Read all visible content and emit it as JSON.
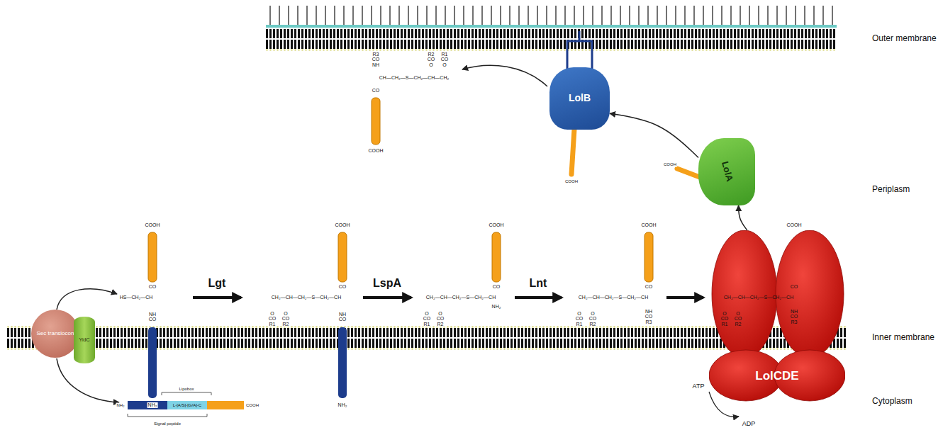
{
  "diagram": {
    "nodes": [
      {
        "text": [
          "Sec translocon"
        ]
      },
      {
        "text": [
          "YidC"
        ]
      },
      {
        "text": [
          "LolCDE"
        ]
      },
      {
        "text": [
          "LolA"
        ]
      },
      {
        "text": [
          "LolB"
        ]
      }
    ],
    "edges": [
      {
        "from": 2,
        "to": 3,
        "arrow": "to"
      },
      {
        "from": 3,
        "to": 4,
        "arrow": "to"
      }
    ],
    "labels": [
      "Outer membrane",
      "Periplasm",
      "Inner membrane",
      "Cytoplasm",
      "Lgt",
      "LspA",
      "Lnt",
      "ATP",
      "ADP",
      "COOH",
      "CO",
      "HS—CH₂—CH",
      "NH CO",
      "NH₂",
      "COOH",
      "CO",
      "CH₂—CH—CH₂—S—CH₂—CH",
      "O CO R1",
      "O CO R2",
      "NH CO",
      "NH₂",
      "COOH",
      "CO",
      "CH₂—CH—CH₂—S—CH₂—CH",
      "O CO R1",
      "O CO R2",
      "NH₂",
      "COOH",
      "CO",
      "CH₂—CH—CH₂—S—CH₂—CH",
      "O CO R1",
      "O CO R2",
      "NH CO R3",
      "COOH",
      "CO",
      "CH₂—CH—CH₂—S—CH₂—CH",
      "O CO R1",
      "O CO R2",
      "NH CO R3",
      "COOH",
      "COOH",
      "R3 CO NH",
      "R2 CO O",
      "R1 CO O",
      "CH—CH₂—S—CH₂—CH—CH₂",
      "CO",
      "COOH",
      "NH₂",
      "Lipobox",
      "L-[A/S]-[G/A]-C",
      "COOH",
      "Signal peptide"
    ]
  }
}
